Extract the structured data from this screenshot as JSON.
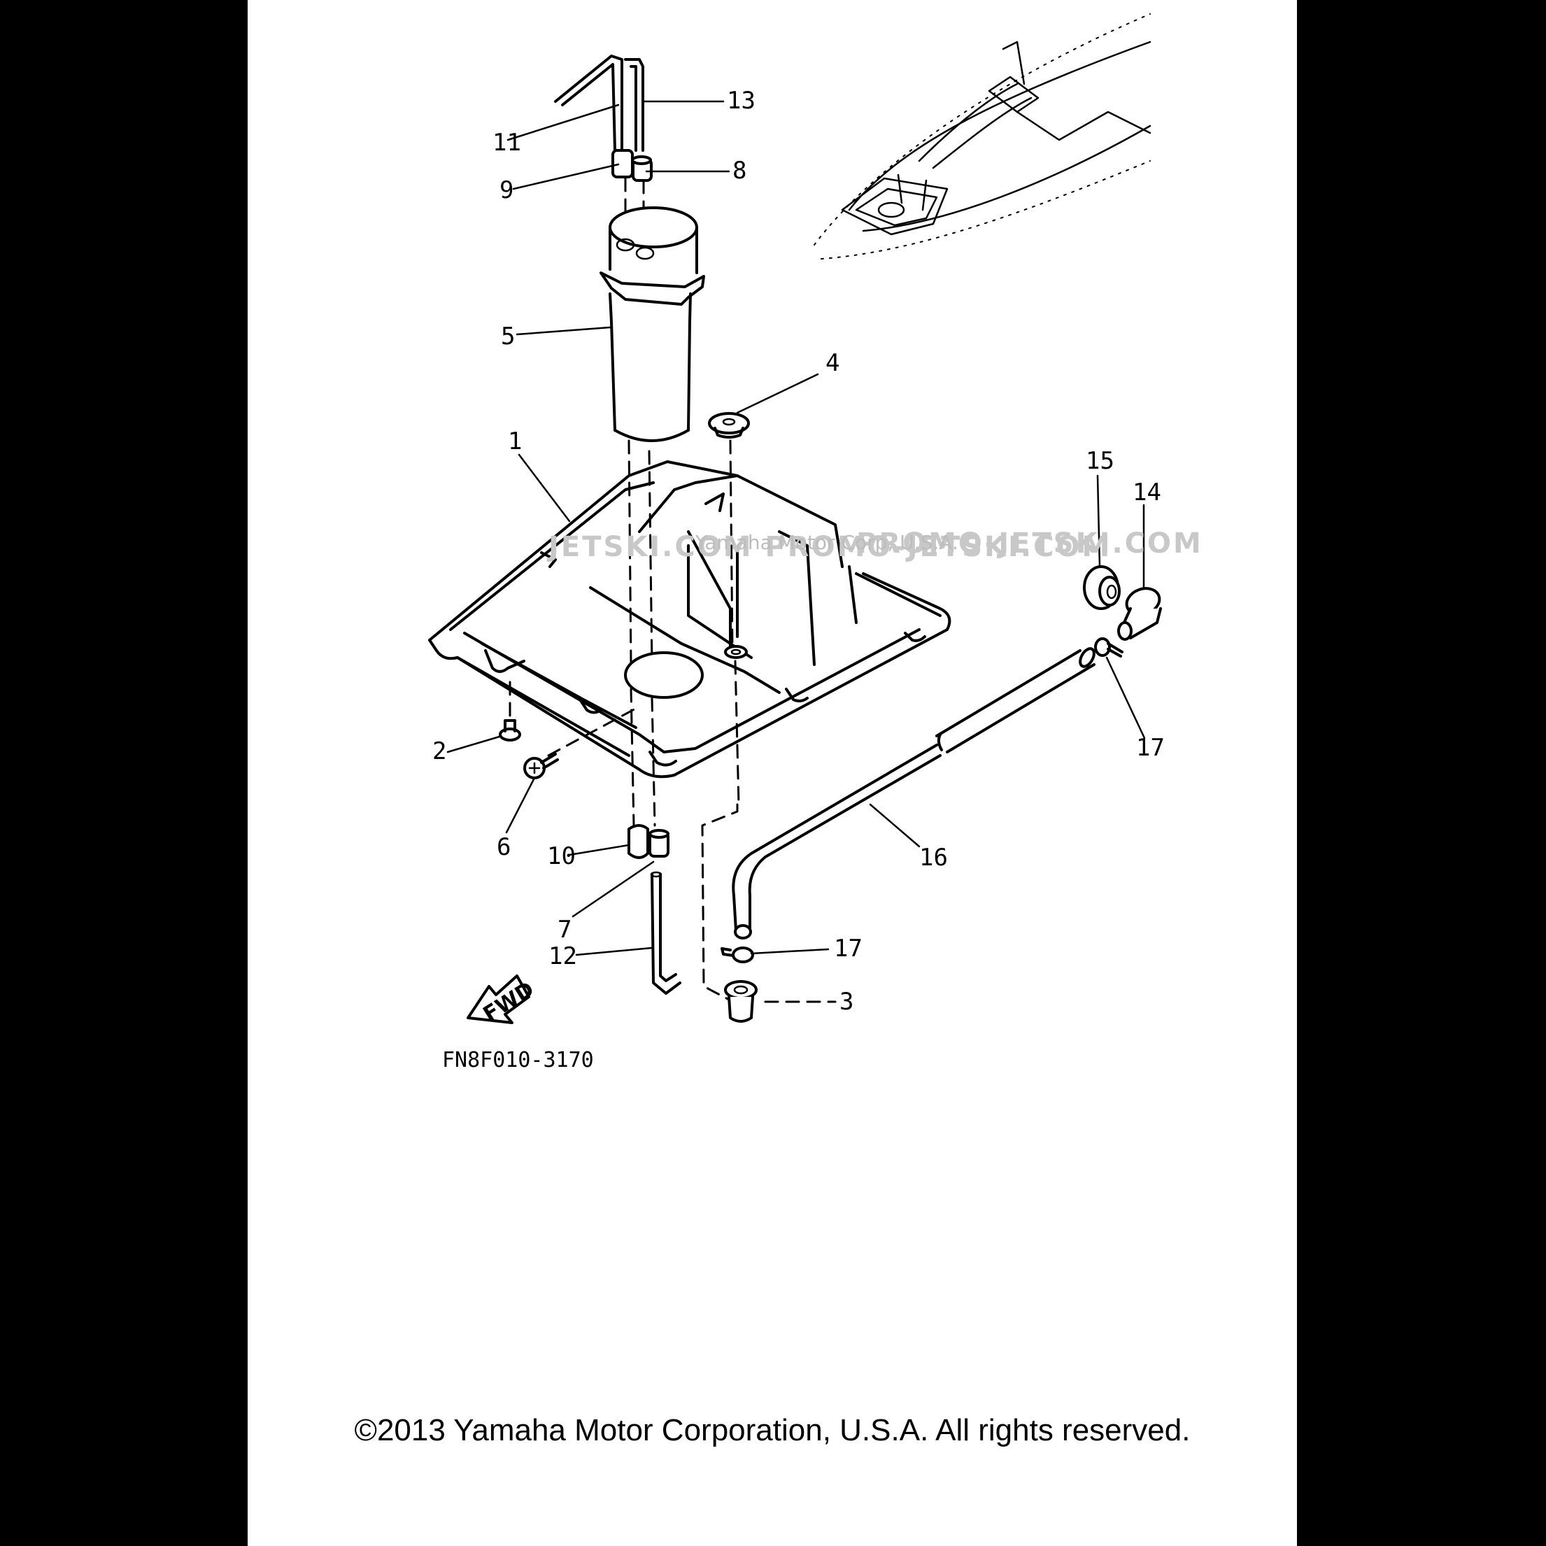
{
  "watermark": {
    "text_left": "JETSKI.COM  PROMO-JETSKI.COM",
    "text_right": "PROMO-JETSKI.COM",
    "text_center": "Yamaha Motor Corp, U.S.A."
  },
  "callouts": {
    "c1": "1",
    "c2": "2",
    "c3": "3",
    "c4": "4",
    "c5": "5",
    "c6": "6",
    "c7": "7",
    "c8": "8",
    "c9": "9",
    "c10": "10",
    "c11": "11",
    "c12": "12",
    "c13": "13",
    "c14": "14",
    "c15": "15",
    "c16": "16",
    "c17a": "17",
    "c17b": "17"
  },
  "direction_label": "FWD",
  "diagram_code": "FN8F010-3170",
  "copyright": "©2013 Yamaha Motor Corporation, U.S.A. All rights reserved."
}
